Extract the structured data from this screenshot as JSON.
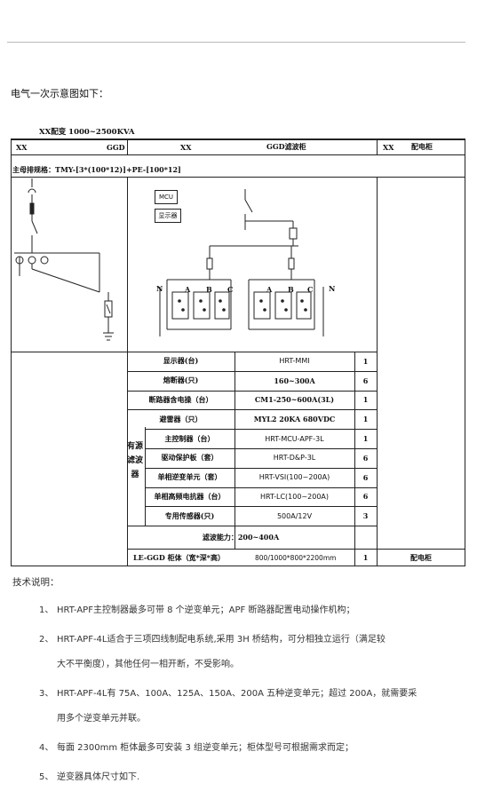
{
  "intro": "电气一次示意图如下：",
  "caption": "XX配变  1000~2500KVA",
  "header_row": {
    "c1": "XX",
    "c2": "GGD",
    "c3": "XX",
    "c4": "GGD滤波柜",
    "c5": "XX",
    "c6": "配电柜"
  },
  "busbar": "主母排规格：TMY-[3*(100*12)]+PE-[100*12]",
  "diagram": {
    "mcu_label": "MCU",
    "display_label": "显示器",
    "n_left": "N",
    "n_right": "N",
    "phase_a": "A",
    "phase_b": "B",
    "phase_c": "C"
  },
  "equipment_rows": [
    {
      "name": "显示器(台)",
      "model": "HRT-MMI",
      "qty": "1"
    },
    {
      "name": "熔断器(只)",
      "model": "160~300A",
      "qty": "6"
    },
    {
      "name": "断路器含电操（台）",
      "model": "CM1-250~600A(3L)",
      "qty": "1"
    },
    {
      "name": "避雷器（只）",
      "model": "MYL2 20KA 680VDC",
      "qty": "1"
    },
    {
      "name": "主控制器（台）",
      "model": "HRT-MCU-APF-3L",
      "qty": "1"
    },
    {
      "name": "驱动保护板（套）",
      "model": "HRT-D&P-3L",
      "qty": "6"
    },
    {
      "name": "单相逆变单元（套）",
      "model": "HRT-VSI(100~200A)",
      "qty": "6"
    },
    {
      "name": "单相高频电抗器（台）",
      "model": "HRT-LC(100~200A)",
      "qty": "6"
    },
    {
      "name": "专用传感器(只)",
      "model": "500A/12V",
      "qty": "3"
    }
  ],
  "filter_group_label": "有源滤波器",
  "capacity_row": "滤波能力：200~400A",
  "cabinet_row": {
    "name": "LE-GGD 柜体（宽*深*高）",
    "spec": "800/1000*800*2200mm",
    "qty": "1",
    "right": "配电柜"
  },
  "notes_title": "技术说明：",
  "notes": [
    {
      "num": "1、",
      "lines": [
        "HRT-APF主控制器最多可带 8 个逆变单元；APF 断路器配置电动操作机构；"
      ]
    },
    {
      "num": "2、",
      "lines": [
        "HRT-APF-4L适合于三项四线制配电系统,采用 3H 桥结构，可分相独立运行（满足较",
        "大不平衡度），其他任何一相开断，不受影响。"
      ]
    },
    {
      "num": "3、",
      "lines": [
        "HRT-APF-4L有 75A、100A、125A、150A、200A 五种逆变单元；超过 200A，就需要采",
        "用多个逆变单元并联。"
      ]
    },
    {
      "num": "4、",
      "lines": [
        "每面 2300mm 柜体最多可安装 3 组逆变单元；柜体型号可根据需求而定；"
      ]
    },
    {
      "num": "5、",
      "lines": [
        "逆变器具体尺寸如下."
      ]
    }
  ]
}
